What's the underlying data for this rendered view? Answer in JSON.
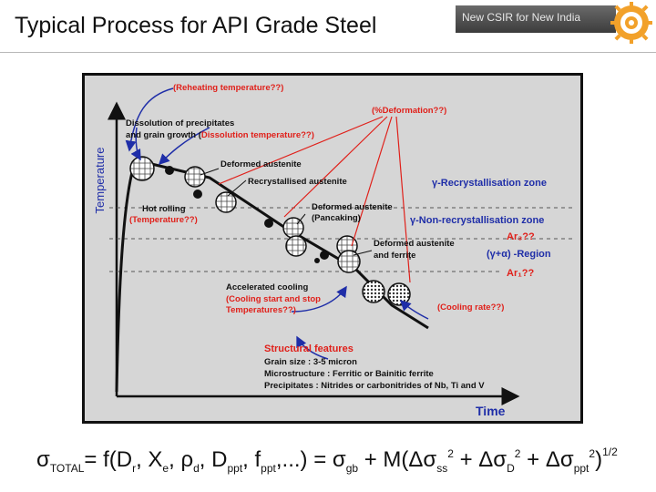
{
  "header": {
    "title": "Typical Process for API Grade Steel",
    "banner": "New CSIR for New India",
    "logo": "csir-gear-logo"
  },
  "diagram": {
    "axes": {
      "y": "Temperature",
      "x": "Time"
    },
    "labels": {
      "reheating": "(Reheating temperature??)",
      "dissolution_1": "Dissolution of precipitates",
      "dissolution_2": "and grain growth (",
      "dissolution_3": "Dissolution temperature??)",
      "deformation": "(%Deformation??)",
      "deformed_austenite_1": "Deformed austenite",
      "recrystallised_austenite": "Recrystallised austenite",
      "recrystallisation_zone": "γ-Recrystallisation zone",
      "hot_rolling": "Hot rolling",
      "temperature": "(Temperature??)",
      "deformed_austenite_2": "Deformed austenite",
      "pancaking": "(Pancaking)",
      "non_recrystallisation_zone": "γ-Non-recrystallisation zone",
      "ar3": "Ar₃??",
      "gamma_alpha_region": "(γ+α) -Region",
      "deformed_austenite_ferrite_1": "Deformed austenite",
      "deformed_austenite_ferrite_2": "and ferrite",
      "ar1": "Ar₁??",
      "accelerated_cooling": "Accelerated cooling",
      "cooling_start_stop_1": "(Cooling start and stop",
      "cooling_start_stop_2": "Temperatures??)",
      "cooling_rate": "(Cooling rate??)",
      "structural_features": "Structural features",
      "grain_size": "Grain size : 3-5 micron",
      "microstructure": "Microstructure : Ferritic or Bainitic ferrite",
      "precipitates": "Precipitates : Nitrides or carbonitrides of Nb, Ti and V"
    }
  },
  "equation": {
    "sigma_total": "σ",
    "total_sub": "TOTAL",
    "eq1": "= f(D",
    "sub_r": "r",
    "comma_x": ", X",
    "sub_e": "e",
    "comma_rho": ", ρ",
    "sub_d": "d",
    "comma_D": ", D",
    "sub_ppt": "ppt",
    "comma_f": ", f",
    "sub_ppt2": "ppt",
    "dots": ",...) = σ",
    "sub_gb": "gb",
    "plus_M": " + M(Δσ",
    "sub_ss": "ss",
    "sq": "2",
    "plus_dsD": " + Δσ",
    "sub_D": "D",
    "plus_dsppt": " + Δσ",
    "sub_ppt3": "ppt",
    "close": ")",
    "half": "1/2"
  },
  "colors": {
    "red": "#e0201a",
    "blue": "#1f2ea8",
    "panel_bg": "#d6d6d6",
    "dark": "#111111"
  }
}
